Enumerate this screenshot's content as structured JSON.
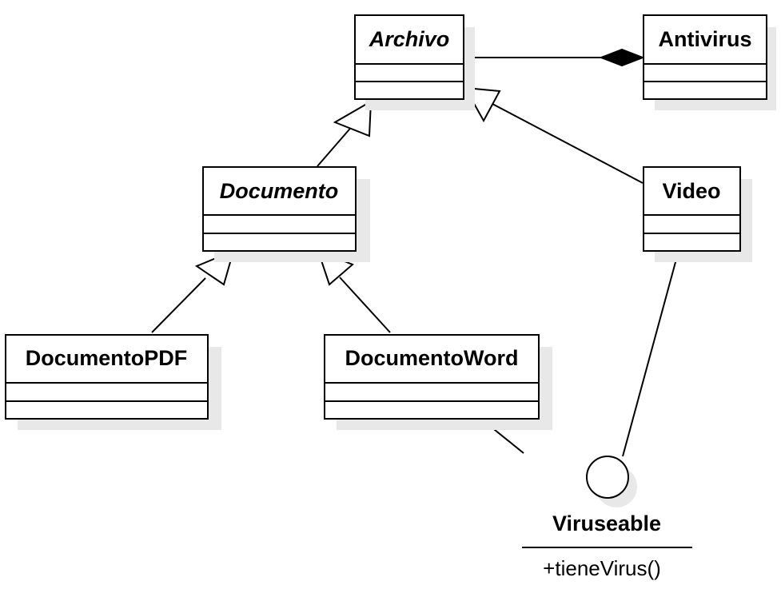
{
  "classes": {
    "archivo": {
      "name": "Archivo",
      "abstract": true
    },
    "antivirus": {
      "name": "Antivirus",
      "abstract": false
    },
    "documento": {
      "name": "Documento",
      "abstract": true
    },
    "video": {
      "name": "Video",
      "abstract": false
    },
    "documento_pdf": {
      "name": "DocumentoPDF",
      "abstract": false
    },
    "documento_word": {
      "name": "DocumentoWord",
      "abstract": false
    }
  },
  "interface": {
    "name": "Viruseable",
    "operation": "+tieneVirus()"
  },
  "relations": [
    {
      "type": "generalization",
      "from": "Documento",
      "to": "Archivo"
    },
    {
      "type": "generalization",
      "from": "Video",
      "to": "Archivo"
    },
    {
      "type": "generalization",
      "from": "DocumentoPDF",
      "to": "Documento"
    },
    {
      "type": "generalization",
      "from": "DocumentoWord",
      "to": "Documento"
    },
    {
      "type": "composition",
      "from": "Archivo",
      "to": "Antivirus"
    },
    {
      "type": "realization",
      "from": "Video",
      "to": "Viruseable"
    },
    {
      "type": "realization",
      "from": "DocumentoWord",
      "to": "Viruseable"
    }
  ]
}
